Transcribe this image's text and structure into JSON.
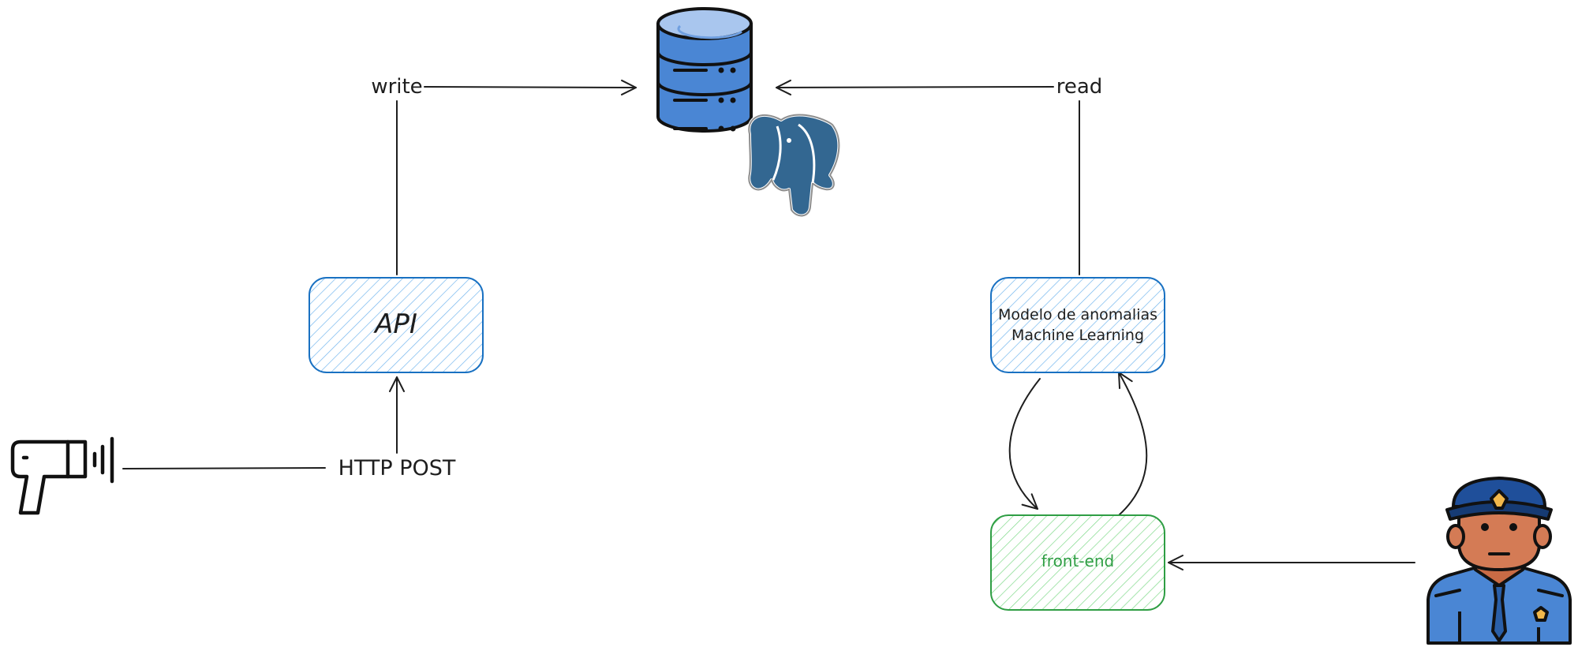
{
  "nodes": {
    "api": {
      "label": "API"
    },
    "model": {
      "line1": "Modelo de anomalias",
      "line2": "Machine Learning"
    },
    "frontend": {
      "label": "front-end"
    }
  },
  "edges": {
    "write": {
      "label": "write"
    },
    "read": {
      "label": "read"
    },
    "http_post": {
      "label": "HTTP POST"
    }
  },
  "icons": {
    "database": "database-icon",
    "postgres": "postgresql-elephant-icon",
    "scanner": "barcode-scanner-icon",
    "officer": "police-officer-icon"
  },
  "colors": {
    "api_stroke": "#1971c2",
    "api_fill": "#a5d8ff",
    "frontend_stroke": "#2f9e44",
    "frontend_fill": "#b2f2bb",
    "line": "#1e1e1e",
    "db_blue": "#4a86d4",
    "db_top": "#a9c6ee",
    "pg_blue": "#336791"
  }
}
